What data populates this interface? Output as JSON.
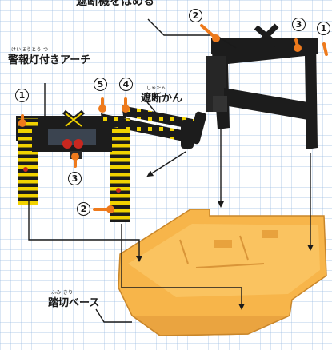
{
  "top_caption": "遮断機をはめる",
  "warning_arch": {
    "label": "警報灯付きアーチ",
    "ruby": "けいほうとう つ"
  },
  "crossing_gate": {
    "label": "遮断かん",
    "ruby": "しゃだん"
  },
  "crossing_base": {
    "label": "踏切ベース",
    "ruby": "ふみ きり"
  },
  "markers": [
    "1",
    "2",
    "3",
    "4",
    "5"
  ],
  "colors": {
    "base_orange": "#f7b54a",
    "marker_orange": "#ee7a1c",
    "part_black": "#1c1c1c",
    "stripe_yellow": "#f1d200",
    "grid_blue": "#b4cbe6"
  }
}
